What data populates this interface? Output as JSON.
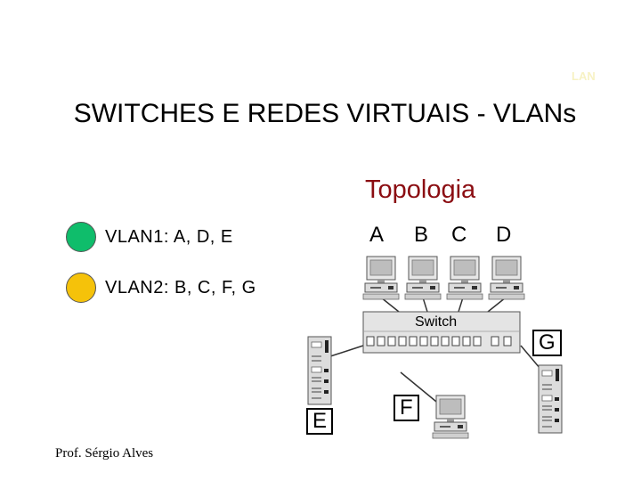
{
  "corner_tag": "LAN",
  "title": "SWITCHES E REDES VIRTUAIS - VLANs",
  "subtitle": "Topologia",
  "legend": [
    {
      "label": "VLAN1:  A, D, E",
      "color": "#0fbd6b"
    },
    {
      "label": "VLAN2:  B, C, F, G",
      "color": "#f5c20a"
    }
  ],
  "nodes": {
    "A": "A",
    "B": "B",
    "C": "C",
    "D": "D",
    "E": "E",
    "F": "F",
    "G": "G"
  },
  "switch_label": "Switch",
  "footer": "Prof. Sérgio Alves"
}
